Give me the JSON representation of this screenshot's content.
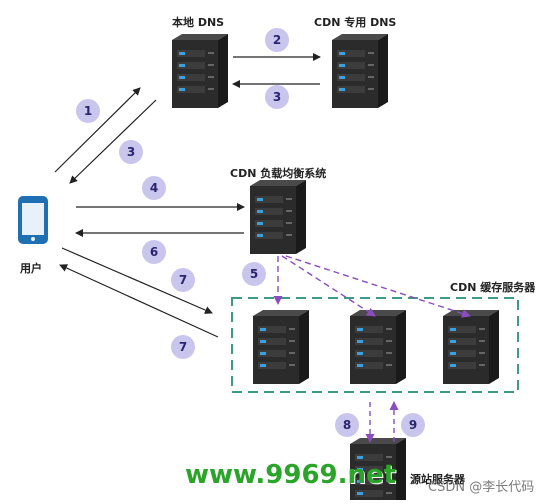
{
  "labels": {
    "local_dns": "本地 DNS",
    "cdn_dns": "CDN 专用 DNS",
    "cdn_lb": "CDN 负载均衡系统",
    "user": "用户",
    "cdn_cache": "CDN 缓存服务器",
    "origin": "源站服务器"
  },
  "steps": [
    "1",
    "3",
    "2",
    "3",
    "4",
    "6",
    "7",
    "7",
    "5",
    "8",
    "9"
  ],
  "watermark": {
    "site": "www.9969.net",
    "author": "CSDN @李长代码"
  },
  "colors": {
    "badge": "#c9c6ee",
    "badge_text": "#2b2470",
    "dashed": "#8a4cc0",
    "group_border": "#3b9a88"
  }
}
